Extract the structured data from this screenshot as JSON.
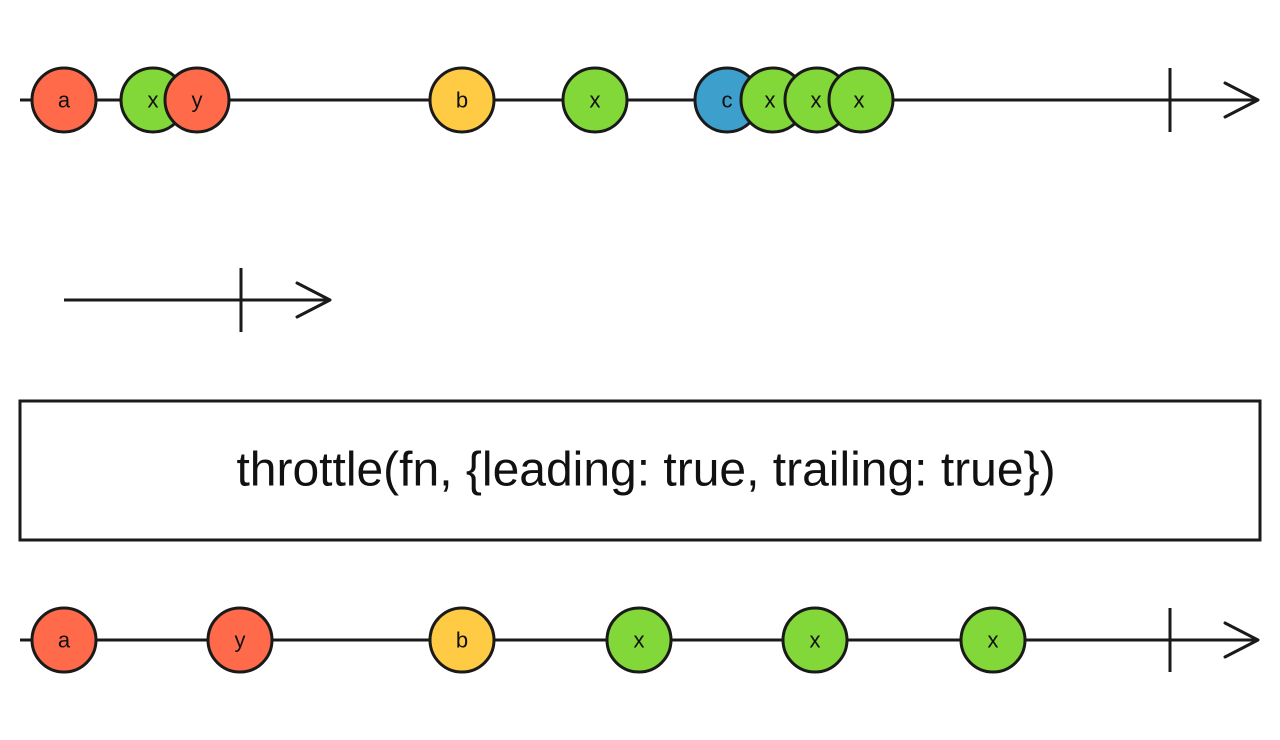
{
  "colors": {
    "red": "#ff6b4a",
    "green": "#82d838",
    "yellow": "#ffcb45",
    "blue": "#3d9fcb",
    "stroke": "#1a1a1a"
  },
  "operator": {
    "label": "throttle(fn, {leading: true, trailing: true})"
  },
  "input_stream": {
    "completes": true,
    "events": [
      {
        "label": "a",
        "color": "red"
      },
      {
        "label": "x",
        "color": "green"
      },
      {
        "label": "y",
        "color": "red"
      },
      {
        "label": "b",
        "color": "yellow"
      },
      {
        "label": "x",
        "color": "green"
      },
      {
        "label": "c",
        "color": "blue"
      },
      {
        "label": "x",
        "color": "green"
      },
      {
        "label": "x",
        "color": "green"
      },
      {
        "label": "x",
        "color": "green"
      }
    ]
  },
  "throttle_window": {
    "completes": true
  },
  "output_stream": {
    "completes": true,
    "events": [
      {
        "label": "a",
        "color": "red"
      },
      {
        "label": "y",
        "color": "red"
      },
      {
        "label": "b",
        "color": "yellow"
      },
      {
        "label": "x",
        "color": "green"
      },
      {
        "label": "x",
        "color": "green"
      },
      {
        "label": "x",
        "color": "green"
      }
    ]
  }
}
